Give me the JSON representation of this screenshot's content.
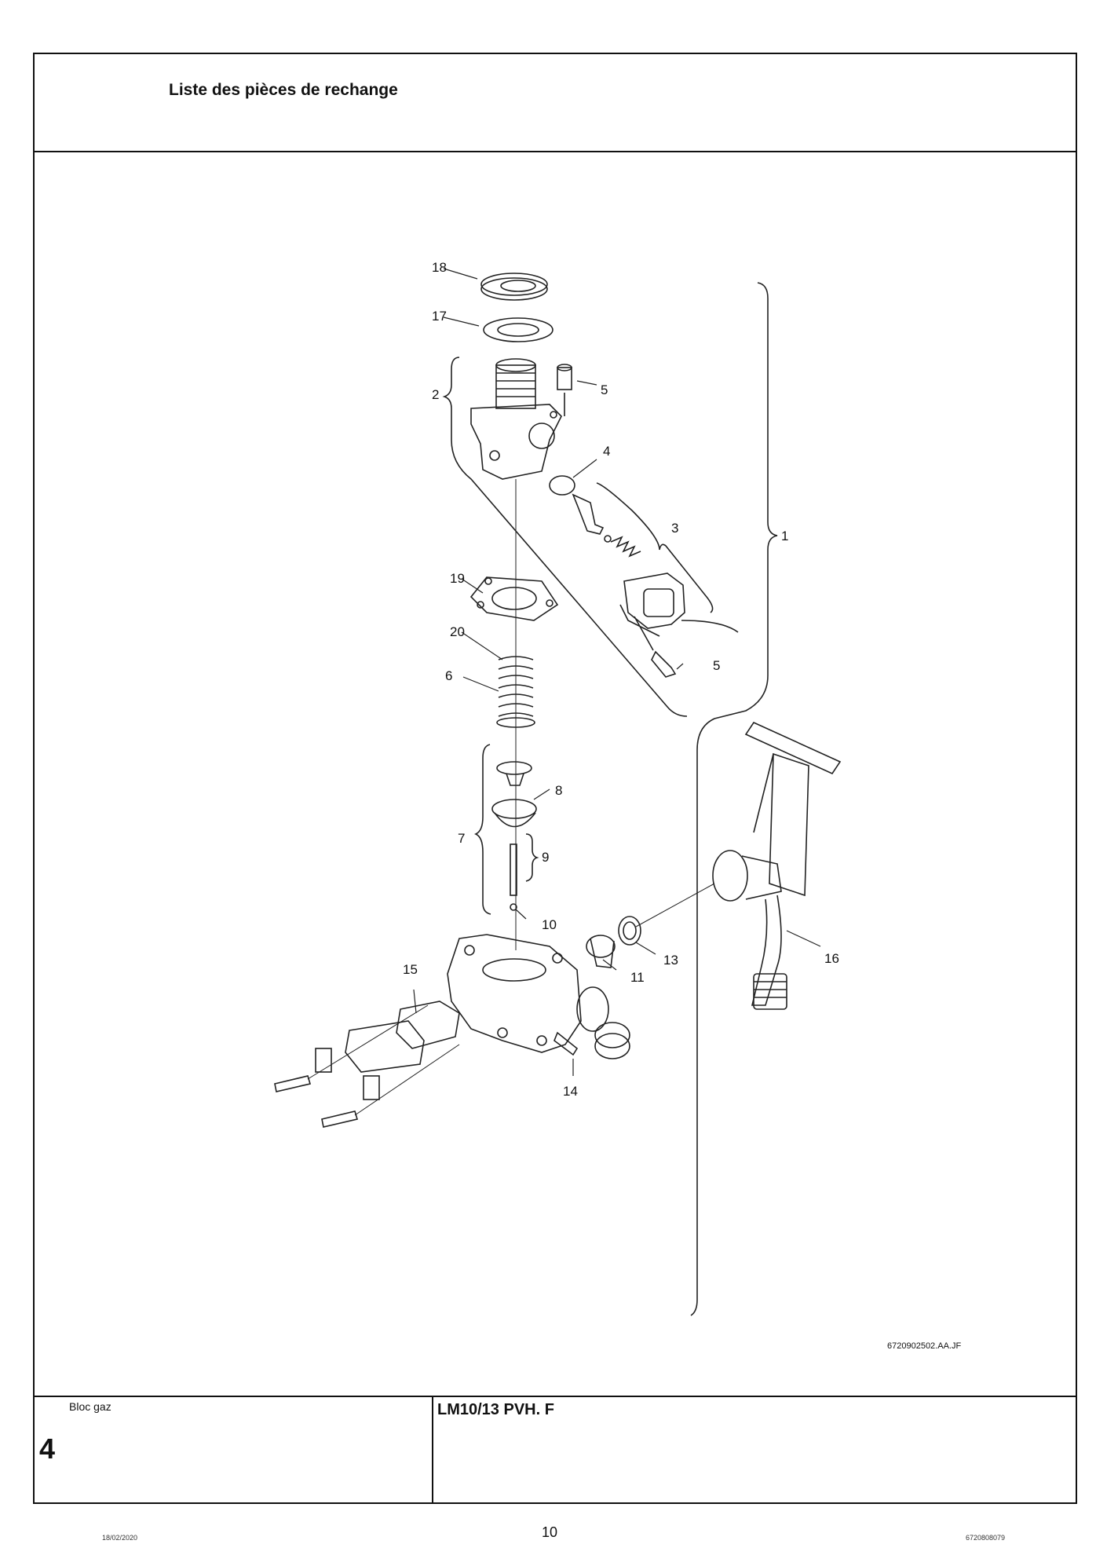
{
  "header": {
    "title": "Liste des pièces de rechange"
  },
  "footer_table": {
    "section_label": "Bloc gaz",
    "section_number": "4",
    "model": "LM10/13 PVH. F"
  },
  "figure": {
    "reference": "6720902502.AA.JF",
    "callouts": [
      "1",
      "2",
      "3",
      "4",
      "5",
      "5",
      "6",
      "7",
      "8",
      "9",
      "10",
      "11",
      "13",
      "14",
      "15",
      "16",
      "17",
      "18",
      "19",
      "20"
    ]
  },
  "page_footer": {
    "date": "18/02/2020",
    "page_number": "10",
    "doc_number": "6720808079"
  }
}
